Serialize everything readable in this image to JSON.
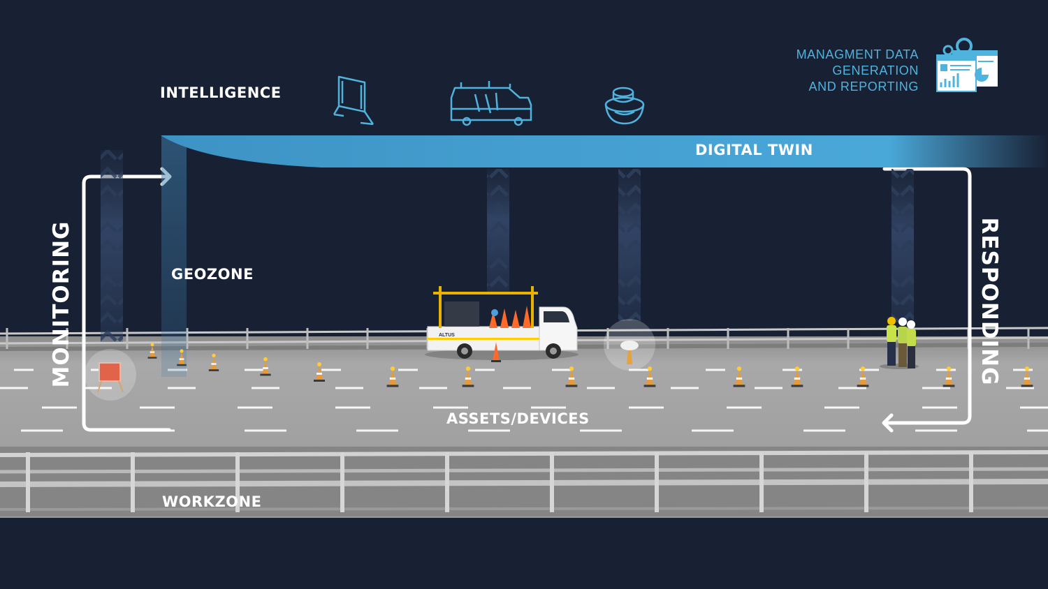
{
  "labels": {
    "intelligence": "INTELLIGENCE",
    "digital_twin": "DIGITAL TWIN",
    "geozone": "GEOZONE",
    "assets_devices": "ASSETS/DEVICES",
    "workzone": "WORKZONE",
    "monitoring": "MONITORING",
    "responding": "RESPONDING"
  },
  "management": {
    "line1": "MANAGMENT DATA",
    "line2": "GENERATION",
    "line3": "AND REPORTING"
  },
  "truck": {
    "brand": "ALTUS"
  },
  "icons": {
    "intelligence_1": "sign-board-icon",
    "intelligence_2": "truck-outline-icon",
    "intelligence_3": "sensor-puck-icon",
    "report": "report-dashboard-icon"
  },
  "colors": {
    "background": "#182134",
    "accent": "#4fb3de",
    "road": "#a6a6a6",
    "text": "#ffffff",
    "cone": "#e89a3a"
  }
}
